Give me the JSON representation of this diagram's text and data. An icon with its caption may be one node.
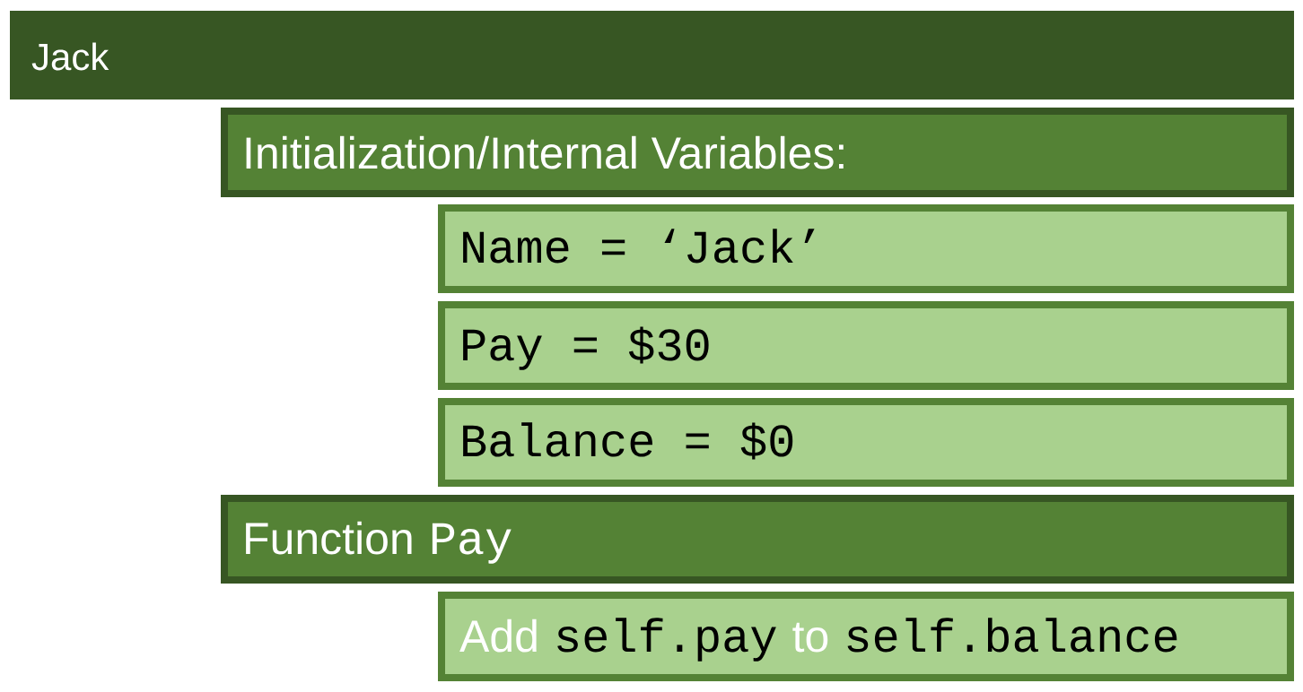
{
  "diagram": {
    "nodes": [
      {
        "text": [
          "Jack"
        ]
      },
      {
        "text": [
          "Initialization/Internal Variables:"
        ]
      },
      {
        "text": [
          "Name = ‘Jack’"
        ]
      },
      {
        "text": [
          "Pay = $30"
        ]
      },
      {
        "text": [
          "Balance = $0"
        ]
      },
      {
        "text": [
          "Function",
          "Pay"
        ]
      },
      {
        "text": [
          "Add",
          "self.pay",
          "to",
          "self.balance"
        ]
      }
    ]
  }
}
